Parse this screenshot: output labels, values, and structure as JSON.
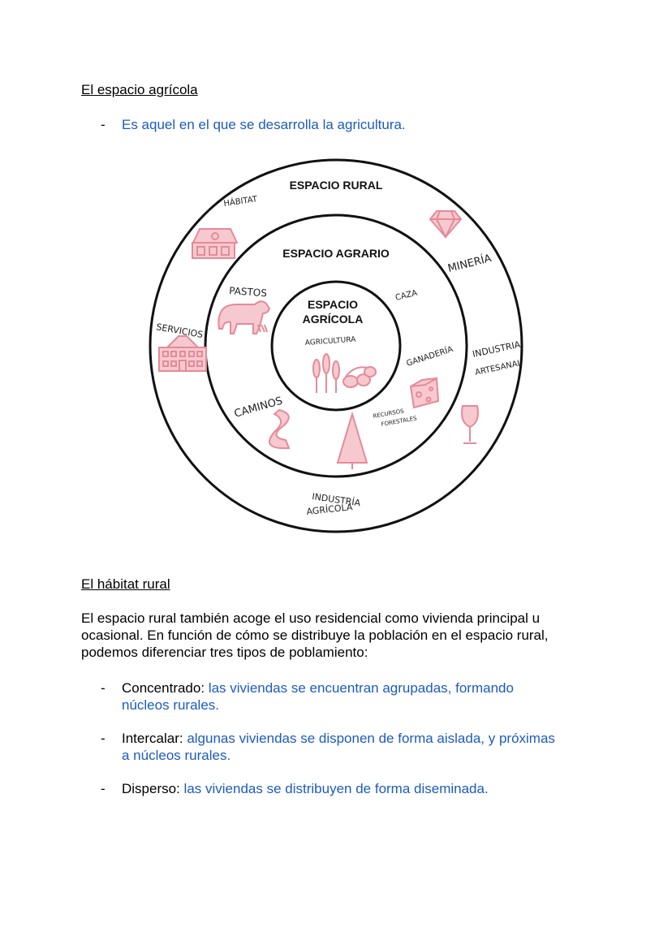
{
  "section1": {
    "title": "El espacio agrícola",
    "bullet": "Es aquel en el que se desarrolla la agricultura."
  },
  "diagram": {
    "outer_title": "ESPACIO RURAL",
    "middle_title": "ESPACIO AGRARIO",
    "inner_title_line1": "ESPACIO",
    "inner_title_line2": "AGRÍCOLA",
    "labels": {
      "habitat": "HÁBITAT",
      "mineria": "MINERÍA",
      "servicios": "SERVICIOS",
      "industria_artesanal_1": "INDUSTRIA",
      "industria_artesanal_2": "ARTESANAL",
      "industria_agricola_1": "INDUSTRÍA",
      "industria_agricola_2": "AGRÍCOLA",
      "pastos": "PASTOS",
      "caza": "CAZA",
      "ganaderia": "GANADERÍA",
      "caminos": "CAMINOS",
      "recursos_1": "RECURSOS",
      "recursos_2": "FORESTALES",
      "agricultura": "AGRICULTURA"
    },
    "icons": [
      "house-icon",
      "diamond-icon",
      "building-icon",
      "cow-icon",
      "wheat-icon",
      "olives-icon",
      "cheese-icon",
      "wine-glass-icon",
      "road-icon",
      "tree-icon"
    ],
    "icon_color": "#f6c9d0",
    "icon_stroke": "#e58a97"
  },
  "section2": {
    "title": "El hábitat rural",
    "paragraph": [
      "El espacio rural también acoge el uso residencial como vivienda principal u",
      "ocasional. En función de cómo se distribuye la población en el espacio rural,",
      "podemos diferenciar tres tipos de poblamiento:"
    ],
    "items": [
      {
        "term": "Concentrado:",
        "desc_lines": [
          "las viviendas se encuentran agrupadas, formando",
          "núcleos rurales."
        ]
      },
      {
        "term": "Intercalar:",
        "desc_lines": [
          "algunas viviendas se disponen de forma aislada, y próximas",
          "a núcleos rurales."
        ]
      },
      {
        "term": "Disperso:",
        "desc_lines": [
          "las viviendas se distribuyen de forma diseminada."
        ]
      }
    ]
  },
  "colors": {
    "body_text": "#000000",
    "blue_text": "#1c5bbf"
  }
}
